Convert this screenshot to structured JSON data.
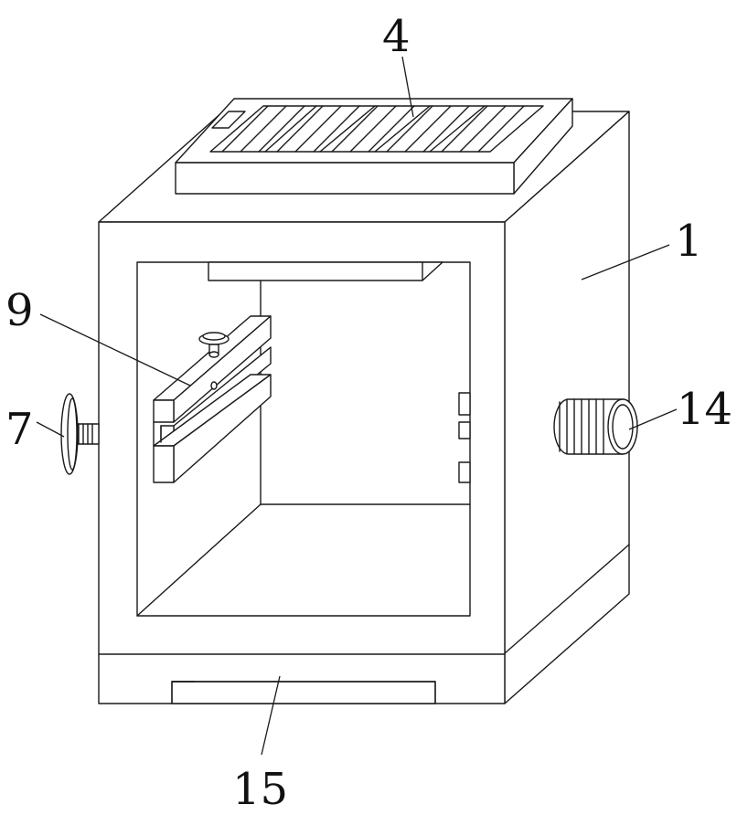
{
  "callouts": {
    "part_1": "1",
    "part_4": "4",
    "part_7": "7",
    "part_9": "9",
    "part_14": "14",
    "part_15": "15"
  },
  "icons": {
    "knob_left": "handwheel-icon",
    "knob_right": "knurled-knob-icon",
    "top_panel": "grille-icon"
  }
}
